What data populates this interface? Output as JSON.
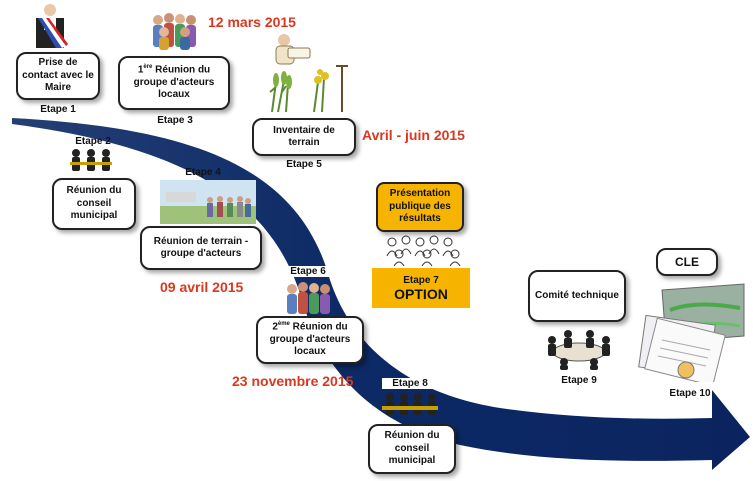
{
  "colors": {
    "arrow": "#0d2a66",
    "date": "#d9381e",
    "option": "#f6b400"
  },
  "steps": {
    "e1": {
      "box": "Prise de contact avec le Maire",
      "label": "Etape 1",
      "icon": "mayor-sash-icon"
    },
    "e2": {
      "box": "Réunion du conseil municipal",
      "label": "Etape 2",
      "icon": "council-people-icon"
    },
    "e3": {
      "sup": "ère",
      "pre": "1",
      "box": "Réunion du groupe d'acteurs locaux",
      "label": "Etape 3",
      "icon": "crowd-icon"
    },
    "e4": {
      "box": "Réunion de terrain - groupe d'acteurs",
      "label": "Etape 4",
      "icon": "field-meeting-icon"
    },
    "e5": {
      "box": "Inventaire de terrain",
      "label": "Etape 5",
      "icon": "botanist-plants-icon"
    },
    "e6": {
      "sup": "ème",
      "pre": "2",
      "box": "Réunion du groupe d'acteurs locaux",
      "label": "Etape 6",
      "icon": "crowd-icon"
    },
    "e7": {
      "box": "Présentation publique des résultats",
      "label": "Etape 7",
      "option": "OPTION",
      "icon": "audience-sketch-icon"
    },
    "e8": {
      "box": "Réunion du conseil municipal",
      "label": "Etape 8",
      "icon": "council-table-icon"
    },
    "e9": {
      "box": "Comité technique",
      "label": "Etape 9",
      "icon": "meeting-table-icon"
    },
    "e10": {
      "box": "CLE",
      "label": "Etape 10",
      "icon": "documents-map-icon"
    }
  },
  "dates": {
    "d1": "12 mars 2015",
    "d2": "Avril - juin 2015",
    "d3": "09 avril 2015",
    "d4": "23 novembre 2015"
  }
}
